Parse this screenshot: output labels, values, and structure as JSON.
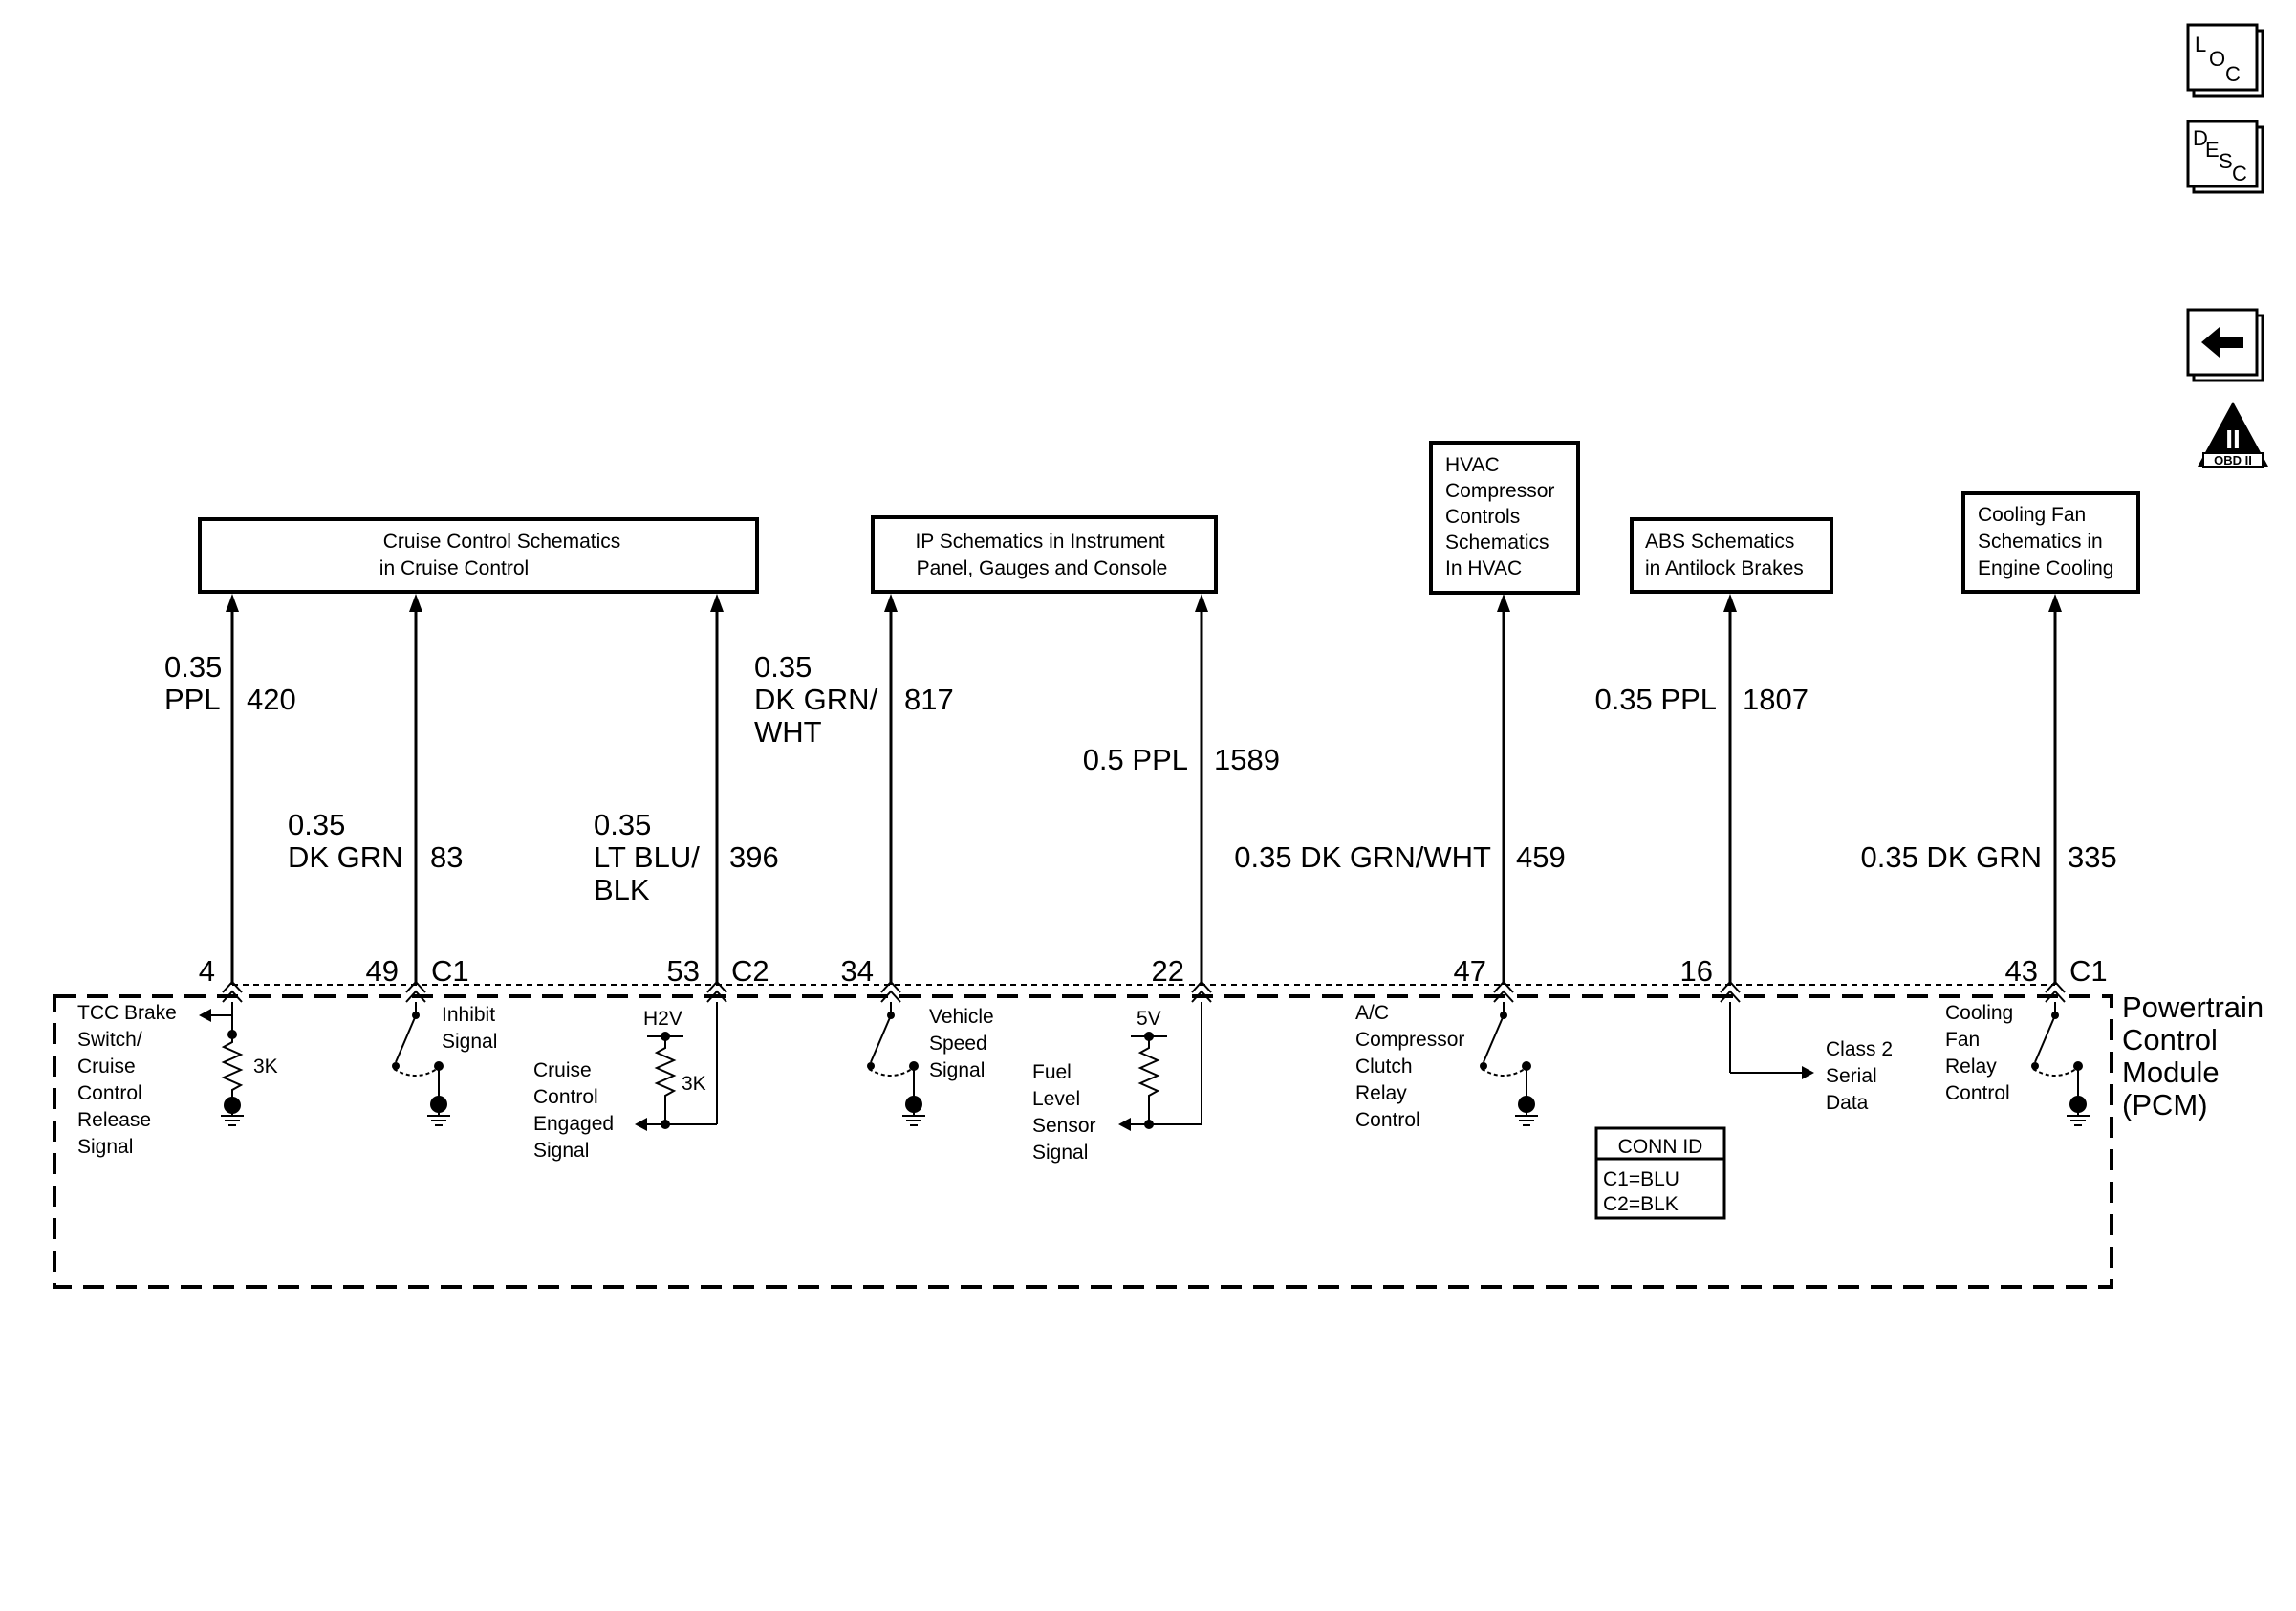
{
  "nav_icons": {
    "loc": {
      "l1": "L",
      "l2": "O",
      "l3": "C"
    },
    "desc": {
      "l1": "D",
      "l2": "E",
      "l3": "S",
      "l4": "C"
    },
    "back": "back-arrow-icon",
    "obd": {
      "numeral": "II",
      "label": "OBD II"
    }
  },
  "schematic_boxes": {
    "cruise": [
      "Cruise Control Schematics",
      "in Cruise Control"
    ],
    "ip": [
      "IP Schematics in Instrument",
      "Panel, Gauges and Console"
    ],
    "hvac": [
      "HVAC",
      "Compressor",
      "Controls",
      "Schematics",
      "In HVAC"
    ],
    "abs": [
      "ABS Schematics",
      "in Antilock Brakes"
    ],
    "fan": [
      "Cooling Fan",
      "Schematics in",
      "Engine Cooling"
    ]
  },
  "wires": {
    "w420": {
      "spec": [
        "0.35",
        "PPL"
      ],
      "circuit": "420"
    },
    "w83": {
      "spec": [
        "0.35",
        "DK GRN"
      ],
      "circuit": "83"
    },
    "w396": {
      "spec": [
        "0.35",
        "LT BLU/",
        "BLK"
      ],
      "circuit": "396"
    },
    "w817": {
      "spec": [
        "0.35",
        "DK GRN/",
        "WHT"
      ],
      "circuit": "817"
    },
    "w1589": {
      "spec": "0.5 PPL",
      "circuit": "1589"
    },
    "w459": {
      "spec": "0.35 DK GRN/WHT",
      "circuit": "459"
    },
    "w1807": {
      "spec": "0.35 PPL",
      "circuit": "1807"
    },
    "w335": {
      "spec": "0.35 DK GRN",
      "circuit": "335"
    }
  },
  "pins": [
    "4",
    "49",
    "53",
    "34",
    "22",
    "47",
    "16",
    "43"
  ],
  "connectors": {
    "c1a": "C1",
    "c2": "C2",
    "c1b": "C1"
  },
  "module_name": [
    "Powertrain",
    "Control",
    "Module",
    "(PCM)"
  ],
  "internal": {
    "tcc": [
      "TCC Brake",
      "Switch/",
      "Cruise",
      "Control",
      "Release",
      "Signal"
    ],
    "tcc_res": "3K",
    "inhibit": [
      "Inhibit",
      "Signal"
    ],
    "h2v": "H2V",
    "cruise_res": "3K",
    "cruise_engaged": [
      "Cruise",
      "Control",
      "Engaged",
      "Signal"
    ],
    "vss": [
      "Vehicle",
      "Speed",
      "Signal"
    ],
    "five_v": "5V",
    "fuel": [
      "Fuel",
      "Level",
      "Sensor",
      "Signal"
    ],
    "ac": [
      "A/C",
      "Compressor",
      "Clutch",
      "Relay",
      "Control"
    ],
    "serial": [
      "Class 2",
      "Serial",
      "Data"
    ],
    "fan_relay": [
      "Cooling",
      "Fan",
      "Relay",
      "Control"
    ]
  },
  "conn_id": {
    "title": "CONN ID",
    "rows": [
      "C1=BLU",
      "C2=BLK"
    ]
  }
}
